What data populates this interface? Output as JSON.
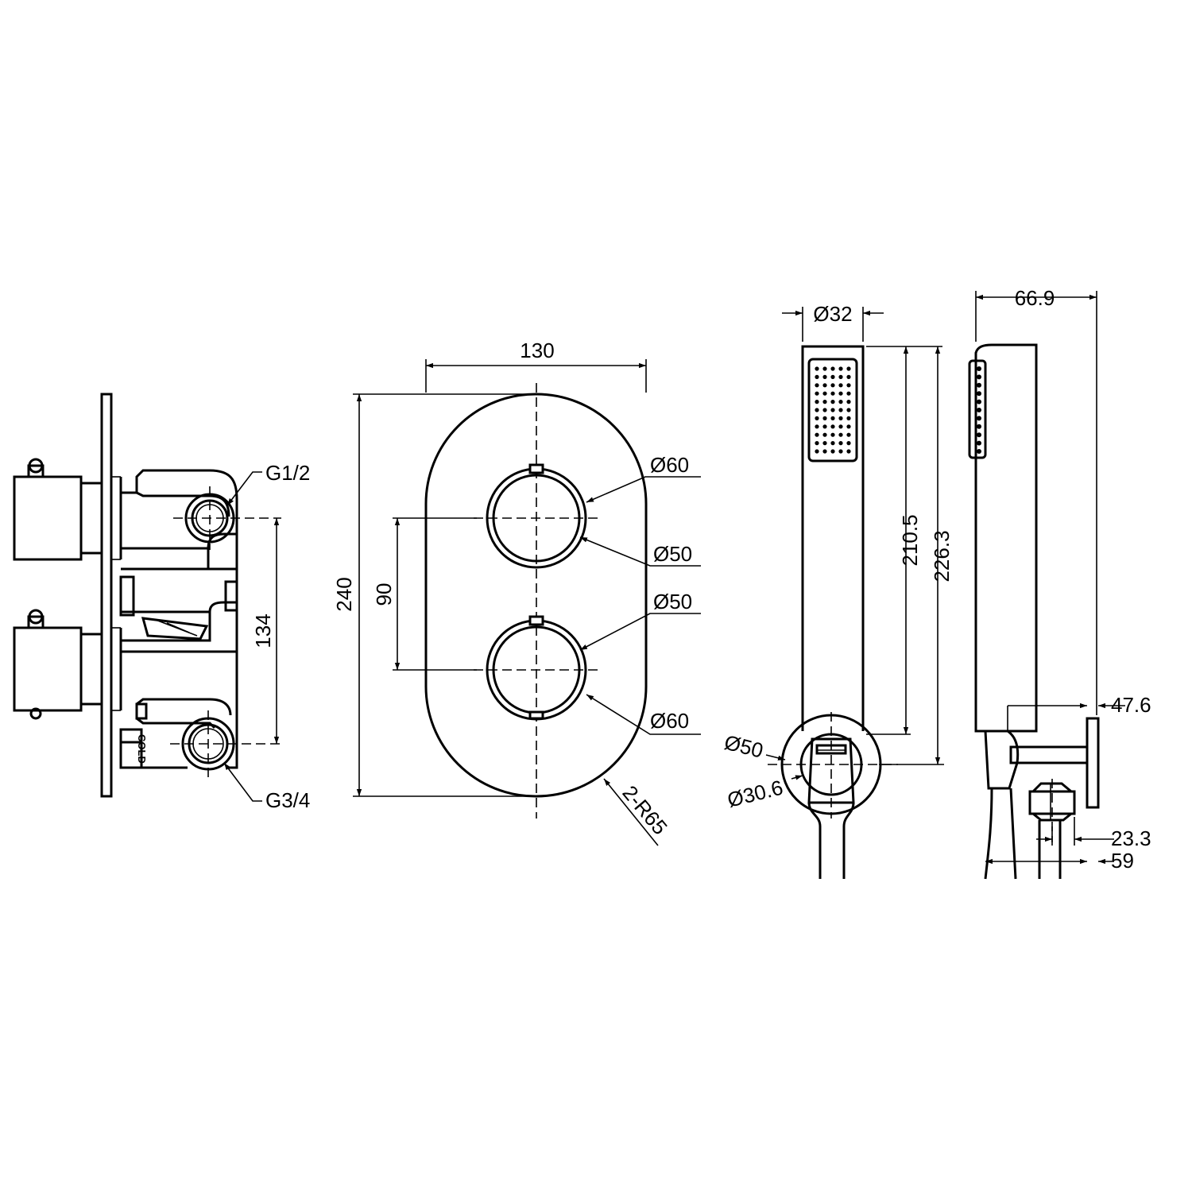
{
  "valve_side_view": {
    "port_top": "G1/2",
    "port_bottom": "G3/4",
    "center_spacing": "134",
    "stamp": "COLD"
  },
  "cover_plate": {
    "width": "130",
    "height": "240",
    "handle_spacing": "90",
    "upper_outer_dia": "Ø60",
    "upper_inner_dia": "Ø50",
    "lower_inner_dia": "Ø50",
    "lower_outer_dia": "Ø60",
    "corner_radius": "2-R65"
  },
  "hand_shower_front": {
    "head_dia": "Ø32",
    "length_a": "210.5",
    "length_b": "226.3",
    "holder_outer_dia": "Ø50",
    "holder_inner_dia": "Ø30.6"
  },
  "hand_shower_side": {
    "depth": "66.9",
    "holder_height": "47.6",
    "outlet_offset": "23.3",
    "holder_projection": "59"
  },
  "colors": {
    "line": "#000000",
    "background": "#ffffff"
  },
  "icons": [
    "arrowhead",
    "centerline-cross"
  ]
}
